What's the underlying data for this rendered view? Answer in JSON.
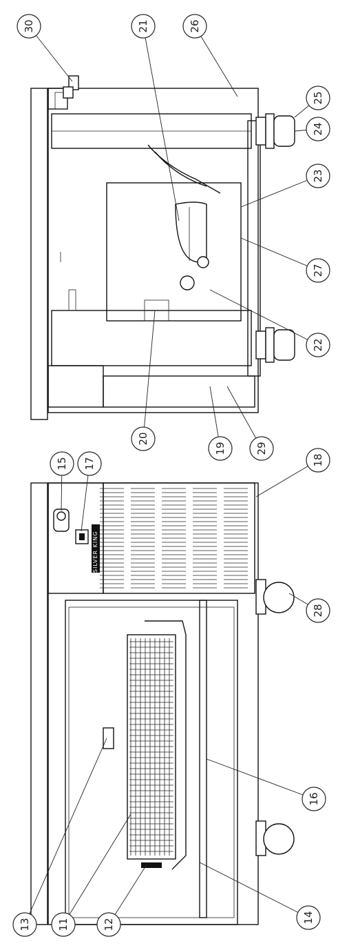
{
  "brand_label": "SILVER KING",
  "callouts": [
    {
      "number": "30"
    },
    {
      "number": "26"
    },
    {
      "number": "21"
    },
    {
      "number": "25"
    },
    {
      "number": "24"
    },
    {
      "number": "23"
    },
    {
      "number": "27"
    },
    {
      "number": "22"
    },
    {
      "number": "20"
    },
    {
      "number": "19"
    },
    {
      "number": "29"
    },
    {
      "number": "15"
    },
    {
      "number": "17"
    },
    {
      "number": "18"
    },
    {
      "number": "28"
    },
    {
      "number": "16"
    },
    {
      "number": "14"
    },
    {
      "number": "12"
    },
    {
      "number": "11"
    },
    {
      "number": "13"
    }
  ]
}
